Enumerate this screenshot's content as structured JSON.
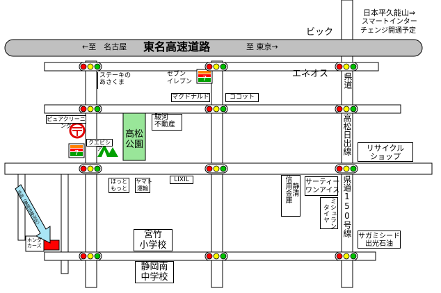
{
  "expressway": {
    "name": "東名高速道路",
    "left_dir": "←至　名古屋",
    "right_dir": "至 東京→"
  },
  "top_right": {
    "line1": "日本平久能山⇒",
    "line2": "スマートインター",
    "line3": "チェンジ開通予定"
  },
  "landmarks": {
    "bic": "ビック",
    "eneos": "エネオス",
    "seven_top": "セブン\nイレブン",
    "steak": "ステーキの\nあさくま",
    "mcdonalds": "マクドナルド",
    "cocott": "ココット",
    "pure_cleaning": "ピュアクリーニング",
    "suruga": "駿河\n不動産",
    "takamatsu_park": "高松\n公園",
    "kuebisu": "クエビシア",
    "recycle": "リサイクル\nショップ",
    "lixil": "LIXIL",
    "hotto": "ほっと\nもっと",
    "yamato": "ヤマト\n運輸",
    "shizuoka_shinkin": "静清\n信用金庫",
    "thirty_one": "サーティー\nワンアイス",
    "michelin": "ミシュラン\nタイヤ",
    "sagami": "サガミシード\n出光石油",
    "miyatake": "宮竹\n小学校",
    "shizuoka_minami": "静岡南\n中学校",
    "honda": "ホンダ\nカーズ",
    "arrow_text": "当店（静岡市駿河区）"
  },
  "roads": {
    "kendo": "県道",
    "takamatsu_hinode": "高松日出線",
    "kendo150": "県道150号線"
  },
  "colors": {
    "road_fill": "#ffffff",
    "expressway_fill": "#c0c0c0",
    "park_fill": "#99e699",
    "light_red": "#ff0000",
    "light_yellow": "#ffff00",
    "light_green": "#00c000",
    "destination": "#ff0000",
    "arrow_fill": "#a9e5f5"
  },
  "icons": [
    "traffic-light-icon",
    "seven-eleven-icon",
    "post-office-icon",
    "kuebisu-logo-icon",
    "destination-marker-icon"
  ]
}
